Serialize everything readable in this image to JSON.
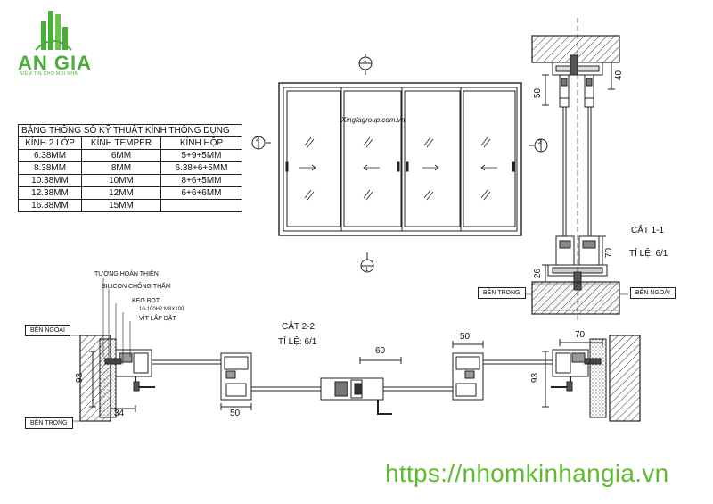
{
  "logo": {
    "name": "AN GIA",
    "tagline": "NIỀM TIN CHO MỌI NHÀ"
  },
  "website": "https://nhomkinhangia.vn",
  "watermark_site": "Xingfagroup.com.vn",
  "spec_table": {
    "title": "BẢNG THÔNG SỐ KỸ THUẬT KÍNH  THÔNG DỤNG",
    "headers": [
      "KÍNH 2 LỚP",
      "KÍNH TEMPER",
      "KÍNH HỘP"
    ],
    "rows": [
      [
        "6.38MM",
        "6MM",
        "5+9+5MM"
      ],
      [
        "8.38MM",
        "8MM",
        "6.38+6+5MM"
      ],
      [
        "10.38MM",
        "10MM",
        "8+6+5MM"
      ],
      [
        "12.38MM",
        "12MM",
        "6+6+6MM"
      ],
      [
        "16.38MM",
        "15MM",
        ""
      ]
    ]
  },
  "section_labels": {
    "cut11_title": "CẮT 1-1",
    "cut11_scale": "TỈ LỆ: 6/1",
    "cut22_title": "CẮT 2-2",
    "cut22_scale": "TỈ LỆ: 6/1"
  },
  "markers": {
    "m1": "1",
    "m2": "2"
  },
  "side_labels": {
    "inside": "BÊN TRONG",
    "outside": "BÊN NGOÀI"
  },
  "callouts": [
    "TƯỜNG HOÀN THIỆN",
    "SILICON CHỐNG THẤM",
    "KEO BỌT",
    "10-100H2:M8X100",
    "VÍT LẮP ĐẶT"
  ],
  "dimensions": {
    "d50_top": "50",
    "d40": "40",
    "d70_right": "70",
    "d26": "26",
    "d93_left": "93",
    "d34": "34",
    "d50_bottom": "50",
    "d60": "60",
    "d50_mid": "50",
    "d70_top": "70",
    "d93_right": "93"
  }
}
